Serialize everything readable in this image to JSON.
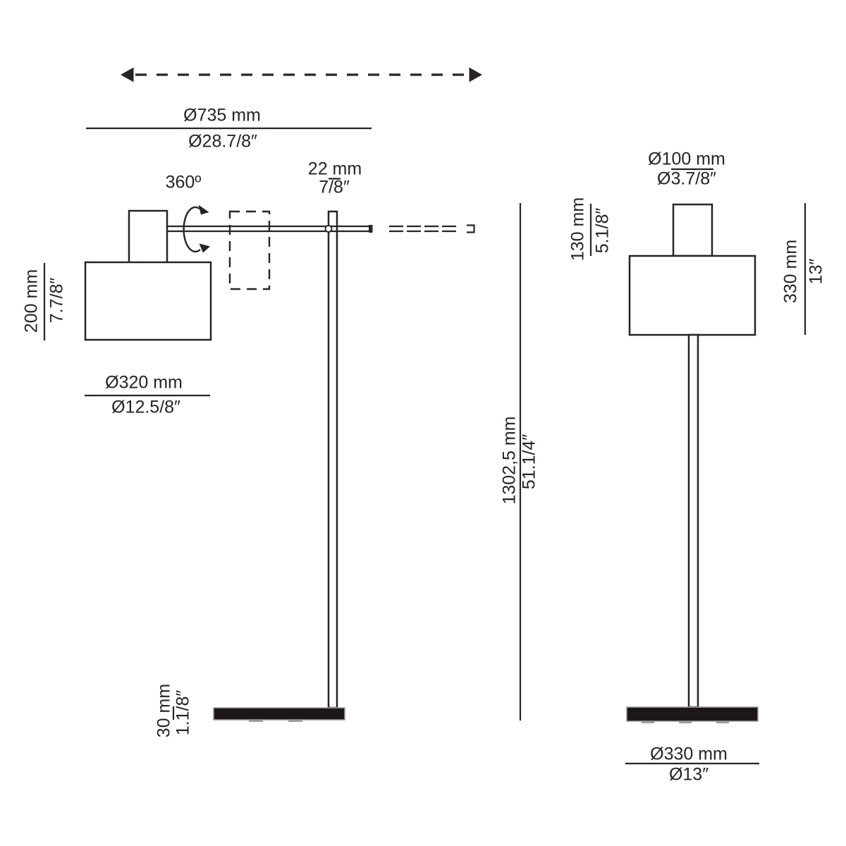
{
  "side_view": {
    "reach": {
      "mm": "Ø735 mm",
      "in": "Ø28.7/8″"
    },
    "rotation": "360º",
    "tube": {
      "mm": "22 mm",
      "in": "7/8″"
    },
    "shade_height": {
      "mm": "200 mm",
      "in": "7.7/8″"
    },
    "shade_diameter": {
      "mm": "Ø320 mm",
      "in": "Ø12.5/8″"
    },
    "base_thickness": {
      "mm": "30 mm",
      "in": "1.1/8″"
    },
    "total_height": {
      "mm": "1302,5 mm",
      "in": "51.1/4″"
    }
  },
  "front_view": {
    "neck_diameter": {
      "mm": "Ø100 mm",
      "in": "Ø3.7/8″"
    },
    "neck_height": {
      "mm": "130 mm",
      "in": "5.1/8″"
    },
    "head_height": {
      "mm": "330 mm",
      "in": "13″"
    },
    "base_diameter": {
      "mm": "Ø330 mm",
      "in": "Ø13″"
    }
  },
  "colors": {
    "line": "#282324",
    "base_fill": "#1c1618",
    "foot": "#9c9c9c"
  }
}
